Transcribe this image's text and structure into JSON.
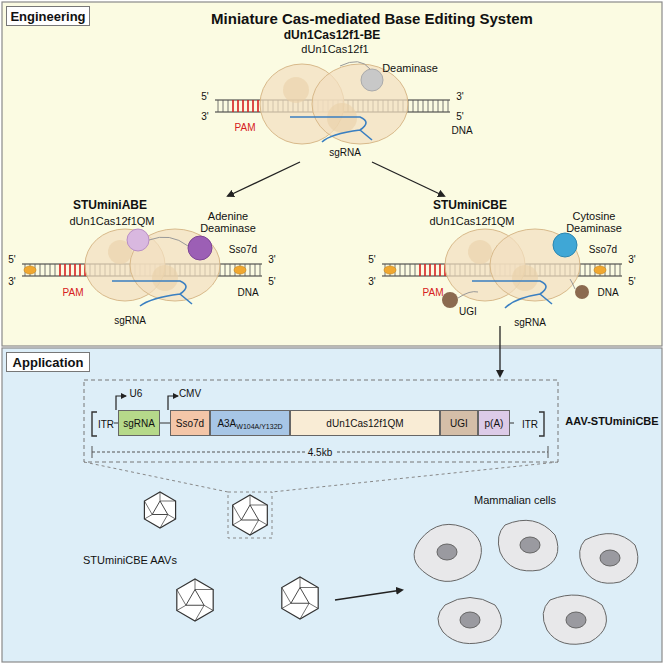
{
  "diagram": {
    "title": "Miniature Cas-mediated Base Editing System",
    "nodes": [
      {
        "text": [
          "Engineering"
        ]
      },
      {
        "text": [
          "Application"
        ]
      },
      {
        "text": [
          "sgRNA"
        ]
      },
      {
        "text": [
          "Sso7d"
        ]
      },
      {
        "text": [
          "A3A",
          "W104A/Y132D"
        ]
      },
      {
        "text": [
          "dUn1Cas12f1QM"
        ]
      },
      {
        "text": [
          "UGI"
        ]
      },
      {
        "text": [
          "p(A)"
        ]
      }
    ],
    "labels": [
      "dUn1Cas12f1-BE",
      "dUn1Cas12f1",
      "Deaminase",
      "5'",
      "3'",
      "3'",
      "5'",
      "PAM",
      "DNA",
      "sgRNA",
      "STUminiABE",
      "dUn1Cas12f1QM",
      "Adenine Deaminase",
      "Sso7d",
      "5'",
      "3'",
      "3'",
      "5'",
      "PAM",
      "DNA",
      "sgRNA",
      "STUminiCBE",
      "dUn1Cas12f1QM",
      "Cytosine Deaminase",
      "Sso7d",
      "5'",
      "3'",
      "3'",
      "5'",
      "PAM",
      "DNA",
      "UGI",
      "sgRNA",
      "ITR",
      "U6",
      "CMV",
      "ITR",
      "4.5kb",
      "AAV-STUminiCBE",
      "STUminiCBE AAVs",
      "Mammalian cells"
    ]
  }
}
